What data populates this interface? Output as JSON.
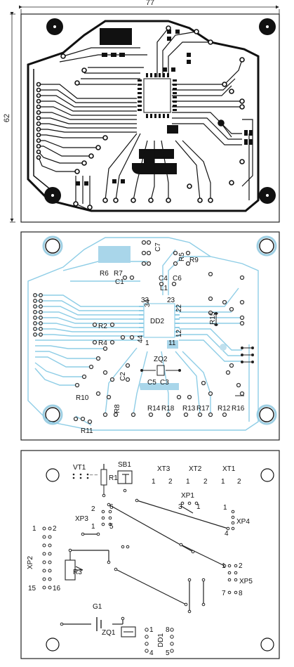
{
  "dimensions": {
    "width": "77",
    "height": "62"
  },
  "panel1": {
    "title": ""
  },
  "panel2": {
    "labels": {
      "R6": "R6",
      "R7": "R7",
      "C1": "C1",
      "C7": "C7",
      "R5": "R5",
      "R9": "R9",
      "C4": "C4",
      "C6": "C6",
      "L1": "L1",
      "p34": "34",
      "p33": "33",
      "p23": "23",
      "p22": "22",
      "R15": "R15",
      "DD2": "DD2",
      "R2": "R2",
      "R4": "R4",
      "p44": "44",
      "p1": "1",
      "p11": "11",
      "p12": "12",
      "ZQ2": "ZQ2",
      "C2": "C2",
      "C5": "C5",
      "C3": "C3",
      "R10": "R10",
      "R8": "R8",
      "R14": "R14",
      "R18": "R18",
      "R13": "R13",
      "R17": "R17",
      "R12": "R12",
      "R16": "R16",
      "R11": "R11"
    }
  },
  "panel3": {
    "labels": {
      "VT1": "VT1",
      "R1": "R1",
      "SB1": "SB1",
      "XT3": "XT3",
      "XT2": "XT2",
      "XT1": "XT1",
      "xt3_1": "1",
      "xt3_2": "2",
      "xt2_1": "1",
      "xt2_2": "2",
      "xt1_1": "1",
      "xt1_2": "2",
      "XP1": "XP1",
      "xp1_3": "3",
      "xp1_1": "1",
      "xp3_2": "2",
      "xp3_6": "6",
      "XP3": "XP3",
      "xp3_1": "1",
      "xp3_5": "5",
      "xp4_1": "1",
      "XP4": "XP4",
      "xp4_4": "4",
      "xp2_1": "1",
      "xp2_2": "2",
      "XP2": "XP2",
      "xp2_15": "15",
      "xp2_16": "16",
      "R3": "R3",
      "xp5_1": "1",
      "xp5_2": "2",
      "XP5": "XP5",
      "xp5_7": "7",
      "xp5_8": "8",
      "G1": "G1",
      "ZQ1": "ZQ1",
      "dd1_1": "1",
      "dd1_8": "8",
      "DD1": "DD1",
      "dd1_4": "4",
      "dd1_5": "5"
    }
  }
}
